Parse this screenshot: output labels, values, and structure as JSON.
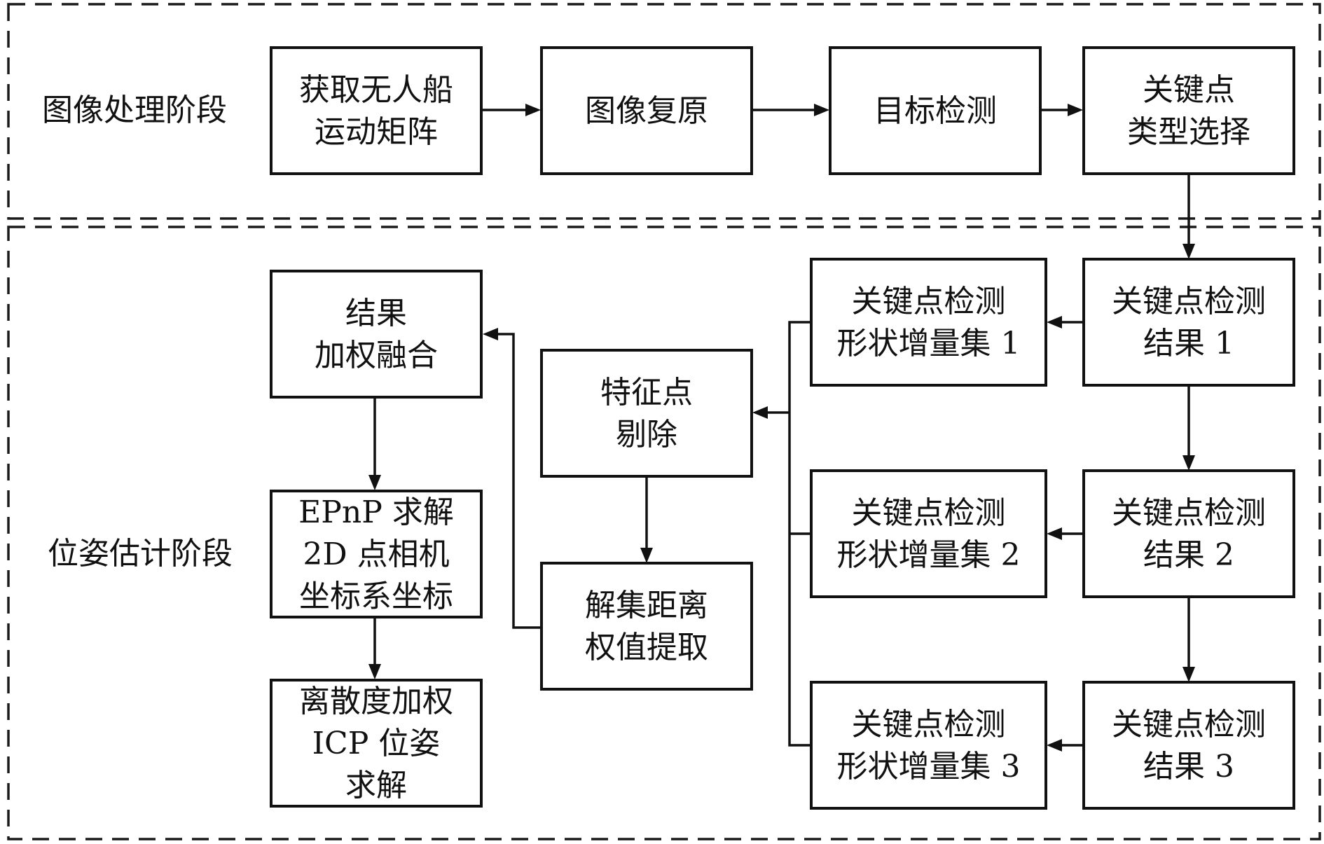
{
  "stages": {
    "image_processing": "图像处理阶段",
    "pose_estimation": "位姿估计阶段"
  },
  "nodes": {
    "acquire_motion_matrix": [
      "获取无人船",
      "运动矩阵"
    ],
    "image_restoration": [
      "图像复原"
    ],
    "object_detection": [
      "目标检测"
    ],
    "keypoint_type_selection": [
      "关键点",
      "类型选择"
    ],
    "keypoint_result_1": [
      "关键点检测",
      "结果 1"
    ],
    "keypoint_result_2": [
      "关键点检测",
      "结果 2"
    ],
    "keypoint_result_3": [
      "关键点检测",
      "结果 3"
    ],
    "shape_increment_set_1": [
      "关键点检测",
      "形状增量集 1"
    ],
    "shape_increment_set_2": [
      "关键点检测",
      "形状增量集 2"
    ],
    "shape_increment_set_3": [
      "关键点检测",
      "形状增量集 3"
    ],
    "feature_point_removal": [
      "特征点",
      "剔除"
    ],
    "solution_set_distance_weight": [
      "解集距离",
      "权值提取"
    ],
    "weighted_fusion": [
      "结果",
      "加权融合"
    ],
    "epnp_solve": [
      "EPnP 求解",
      "2D 点相机",
      "坐标系坐标"
    ],
    "dispersion_weighted_icp": [
      "离散度加权",
      "ICP 位姿",
      "求解"
    ]
  },
  "edges": [
    [
      "acquire_motion_matrix",
      "image_restoration"
    ],
    [
      "image_restoration",
      "object_detection"
    ],
    [
      "object_detection",
      "keypoint_type_selection"
    ],
    [
      "keypoint_type_selection",
      "keypoint_result_1"
    ],
    [
      "keypoint_result_1",
      "keypoint_result_2"
    ],
    [
      "keypoint_result_2",
      "keypoint_result_3"
    ],
    [
      "keypoint_result_1",
      "shape_increment_set_1"
    ],
    [
      "keypoint_result_2",
      "shape_increment_set_2"
    ],
    [
      "keypoint_result_3",
      "shape_increment_set_3"
    ],
    [
      "shape_increment_set_1",
      "feature_point_removal"
    ],
    [
      "shape_increment_set_2",
      "feature_point_removal"
    ],
    [
      "shape_increment_set_3",
      "feature_point_removal"
    ],
    [
      "feature_point_removal",
      "solution_set_distance_weight"
    ],
    [
      "solution_set_distance_weight",
      "weighted_fusion"
    ],
    [
      "weighted_fusion",
      "epnp_solve"
    ],
    [
      "epnp_solve",
      "dispersion_weighted_icp"
    ]
  ]
}
